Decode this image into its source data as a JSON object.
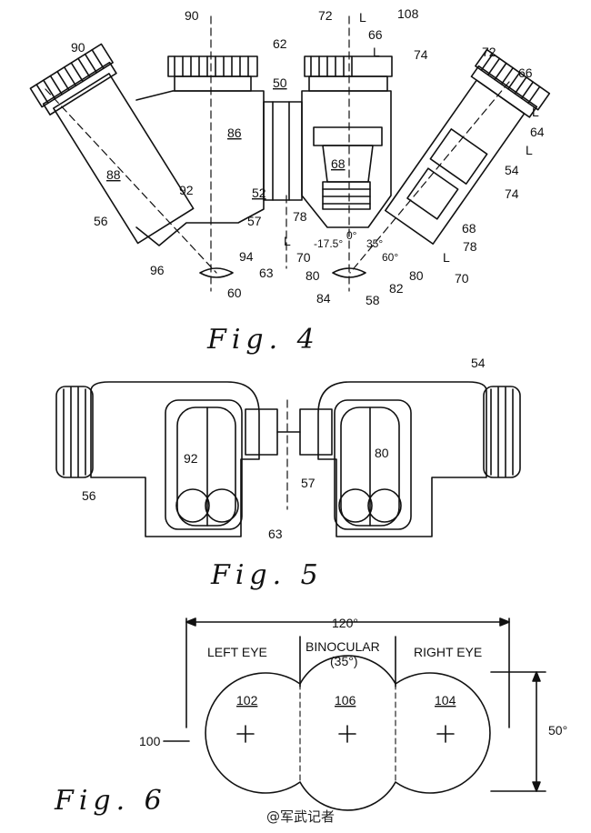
{
  "figures": {
    "fig4": {
      "caption": "Fig. 4",
      "labels": {
        "r90a": "90",
        "r90b": "90",
        "r72a": "72",
        "rL1": "L",
        "r108": "108",
        "r62": "62",
        "r66a": "66",
        "rL2": "L",
        "r74a": "74",
        "r72b": "72",
        "r66b": "66",
        "rL3": "L",
        "r64": "64",
        "rL4": "L",
        "r50": "50",
        "r86": "86",
        "r88": "88",
        "r68a": "68",
        "r54": "54",
        "r74b": "74",
        "r92": "92",
        "r52": "52",
        "r56": "56",
        "r57": "57",
        "r78a": "78",
        "rL5": "L",
        "r68b": "68",
        "r78b": "78",
        "r94": "94",
        "r63": "63",
        "r96": "96",
        "r60": "60",
        "r70a": "70",
        "r80a": "80",
        "r84": "84",
        "r58": "58",
        "r82": "82",
        "r80b": "80",
        "r70b": "70",
        "rL6": "L",
        "a175": "-17.5°",
        "a0": "0°",
        "a35": "35°",
        "a60": "60°"
      }
    },
    "fig5": {
      "caption": "Fig. 5",
      "labels": {
        "r54": "54",
        "r56": "56",
        "r92": "92",
        "r80": "80",
        "r57": "57",
        "r63": "63"
      }
    },
    "fig6": {
      "caption": "Fig. 6",
      "total_angle": "120°",
      "vertical_angle": "50°",
      "left_title": "LEFT EYE",
      "bino_title": "BINOCULAR",
      "bino_angle": "(35°)",
      "right_title": "RIGHT EYE",
      "r100": "100",
      "r102": "102",
      "r106": "106",
      "r104": "104"
    }
  },
  "watermark": "@军武记者"
}
